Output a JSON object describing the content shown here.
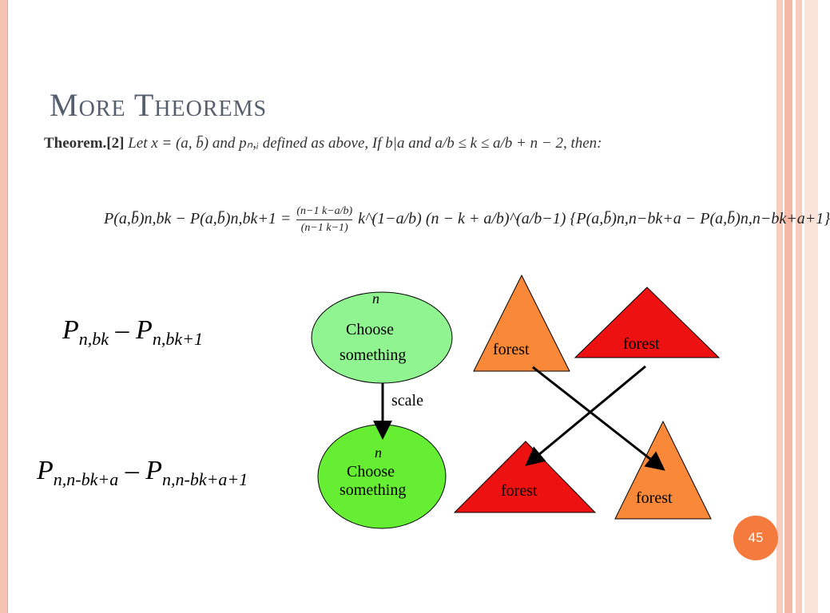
{
  "slide": {
    "title": "More Theorems",
    "theorem_label": "Theorem.[2]",
    "theorem_text": "Let x = (a, b̄) and pₙ,ᵢ defined as above, If b|a and a/b ≤ k ≤ a/b + n − 2, then:",
    "page_number": "45"
  },
  "equation": {
    "lhs": "P(a,b̄)n,bk − P(a,b̄)n,bk+1 =",
    "binom_top": "(n−1 k−a/b)",
    "binom_bottom": "(n−1 k−1)",
    "rhs": "k^(1−a/b) (n − k + a/b)^(a/b−1) {P(a,b̄)n,n−bk+a − P(a,b̄)n,n−bk+a+1}"
  },
  "expressions": {
    "top": {
      "p1": "P",
      "s1": "n,bk",
      "op": " – ",
      "p2": "P",
      "s2": "n,bk+1"
    },
    "bottom": {
      "p1": "P",
      "s1": "n,n-bk+a",
      "op": " – ",
      "p2": "P",
      "s2": "n,n-bk+a+1"
    }
  },
  "diagram": {
    "top_oval": {
      "var": "n",
      "line1": "Choose",
      "line2": "something"
    },
    "bottom_oval": {
      "var": "n",
      "line1": "Choose",
      "line2": "something"
    },
    "arrow_label": "scale",
    "triangles": [
      "forest",
      "forest",
      "forest",
      "forest"
    ]
  },
  "colors": {
    "accent": "#f47a3d",
    "light_green": "#90f590",
    "green": "#66ee33",
    "orange": "#f98838",
    "red": "#ee1111",
    "title": "#555e6c"
  }
}
